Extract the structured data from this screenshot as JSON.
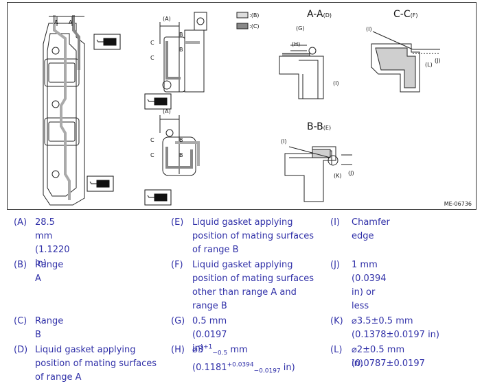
{
  "figure": {
    "id": "ME-06736",
    "section_aa": "A-A",
    "section_aa_ref": "(D)",
    "section_cc": "C-C",
    "section_cc_ref": "(F)",
    "section_bb": "B-B",
    "section_bb_ref": "(E)",
    "swatch_b": ":(B)",
    "swatch_c": ":(C)",
    "callouts": {
      "a": "A",
      "b": "B",
      "c": "C",
      "dim_a": "(A)",
      "g": "(G)",
      "h": "(H)",
      "i": "(I)",
      "j": "(J)",
      "k": "(K)",
      "l": "(L)"
    }
  },
  "legend": [
    {
      "key": "(A)",
      "lines": [
        "28.5 mm (1.1220 in)"
      ]
    },
    {
      "key": "(B)",
      "lines": [
        "Range A"
      ]
    },
    {
      "key": "(C)",
      "lines": [
        "Range B"
      ]
    },
    {
      "key": "(D)",
      "lines": [
        "Liquid gasket applying",
        "position of mating surfaces",
        "of range A"
      ]
    },
    {
      "key": "(E)",
      "lines": [
        "Liquid gasket applying",
        "position of mating surfaces",
        "of range B"
      ]
    },
    {
      "key": "(F)",
      "lines": [
        "Liquid gasket applying",
        "position of mating surfaces",
        "other than range A and",
        "range B"
      ]
    },
    {
      "key": "(G)",
      "lines": [
        "0.5 mm (0.0197 in)"
      ]
    },
    {
      "key": "(H)",
      "line1": {
        "pre": "⌀3",
        "sup": "+1",
        "sub": "−0.5",
        "post": " mm"
      },
      "line2": {
        "pre": "(0.1181",
        "sup": "+0.0394",
        "sub": "−0.0197",
        "post": " in)"
      }
    },
    {
      "key": "(I)",
      "lines": [
        "Chamfer edge"
      ]
    },
    {
      "key": "(J)",
      "lines": [
        "1 mm (0.0394 in) or less"
      ]
    },
    {
      "key": "(K)",
      "lines": [
        "⌀3.5±0.5 mm",
        "(0.1378±0.0197 in)"
      ]
    },
    {
      "key": "(L)",
      "lines": [
        "⌀2±0.5 mm (0.0787±0.0197",
        "in)"
      ]
    }
  ]
}
